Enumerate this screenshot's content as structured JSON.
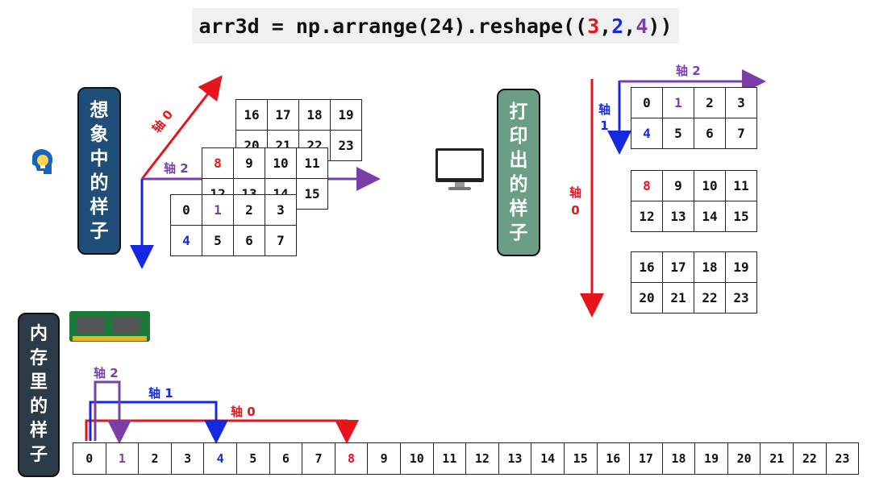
{
  "code": {
    "prefix": "arr3d = np.arrange(24).reshape((",
    "dim0": "3",
    "sep1": ",",
    "dim1": "2",
    "sep2": ",",
    "dim2": "4",
    "suffix": "))"
  },
  "labels": {
    "imagined": [
      "想",
      "象",
      "中",
      "的",
      "样",
      "子"
    ],
    "printed": [
      "打",
      "印",
      "出",
      "的",
      "样",
      "子"
    ],
    "memory": [
      "内",
      "存",
      "里",
      "的",
      "样",
      "子"
    ]
  },
  "axes": {
    "axis0": "轴 0",
    "axis1": "轴 1",
    "axis2": "轴 2",
    "axis0_v": [
      "轴",
      "0"
    ],
    "axis1_v": [
      "轴",
      "1"
    ]
  },
  "blocks": [
    [
      [
        "0",
        "1",
        "2",
        "3"
      ],
      [
        "4",
        "5",
        "6",
        "7"
      ]
    ],
    [
      [
        "8",
        "9",
        "10",
        "11"
      ],
      [
        "12",
        "13",
        "14",
        "15"
      ]
    ],
    [
      [
        "16",
        "17",
        "18",
        "19"
      ],
      [
        "20",
        "21",
        "22",
        "23"
      ]
    ]
  ],
  "memory": [
    "0",
    "1",
    "2",
    "3",
    "4",
    "5",
    "6",
    "7",
    "8",
    "9",
    "10",
    "11",
    "12",
    "13",
    "14",
    "15",
    "16",
    "17",
    "18",
    "19",
    "20",
    "21",
    "22",
    "23"
  ],
  "colors": {
    "axis0": "#e8141c",
    "axis1": "#1428e0",
    "axis2": "#7a3fa6",
    "imagined_label": "#1f4e79",
    "printed_label": "#6a9e85",
    "memory_label": "#2d3a47"
  },
  "icons": [
    "brain-bulb-icon",
    "monitor-icon",
    "memory-chip-icon"
  ]
}
